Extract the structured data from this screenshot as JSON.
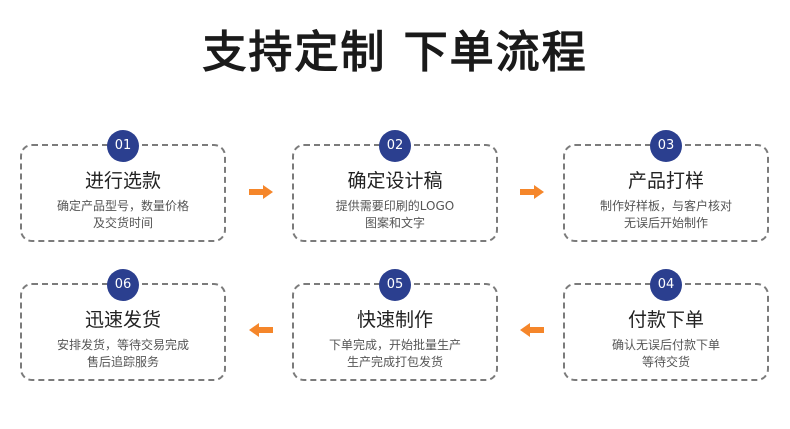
{
  "title": "支持定制 下单流程",
  "accent_color": "#2b3f8f",
  "arrow_color": "#f5862a",
  "steps": [
    {
      "num": "01",
      "title": "进行选款",
      "desc1": "确定产品型号，数量价格",
      "desc2": "及交货时间"
    },
    {
      "num": "02",
      "title": "确定设计稿",
      "desc1": "提供需要印刷的LOGO",
      "desc2": "图案和文字"
    },
    {
      "num": "03",
      "title": "产品打样",
      "desc1": "制作好样板，与客户核对",
      "desc2": "无误后开始制作"
    },
    {
      "num": "04",
      "title": "付款下单",
      "desc1": "确认无误后付款下单",
      "desc2": "等待交货"
    },
    {
      "num": "05",
      "title": "快速制作",
      "desc1": "下单完成，开始批量生产",
      "desc2": "生产完成打包发货"
    },
    {
      "num": "06",
      "title": "迅速发货",
      "desc1": "安排发货，等待交易完成",
      "desc2": "售后追踪服务"
    }
  ]
}
